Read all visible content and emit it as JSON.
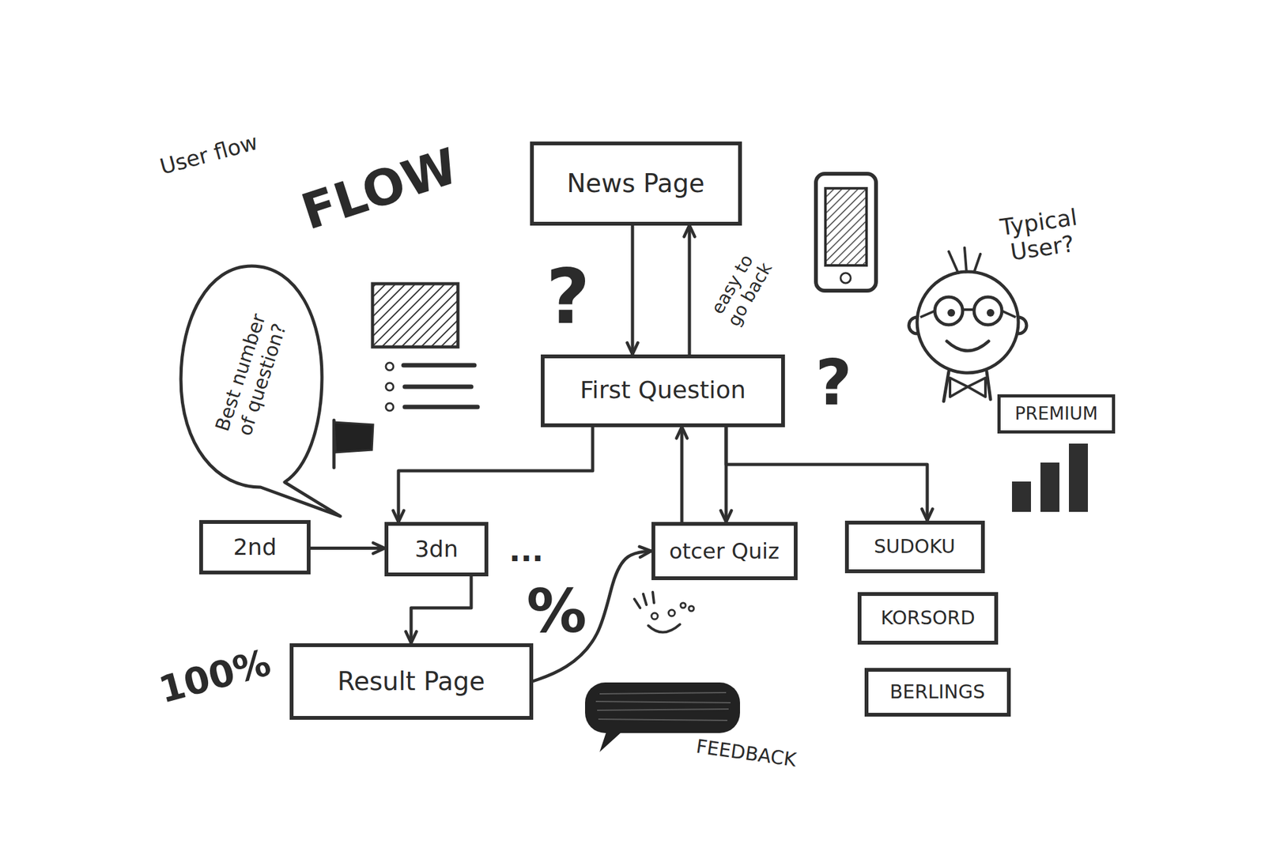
{
  "diagram": {
    "nodes": [
      {
        "text": [
          "News Page"
        ]
      },
      {
        "text": [
          "Best number of question?"
        ]
      },
      {
        "text": [
          "First Question"
        ]
      },
      {
        "text": [
          "PREMIUM"
        ]
      },
      {
        "text": [
          "2nd"
        ]
      },
      {
        "text": [
          "3dn"
        ]
      },
      {
        "text": [
          "otcer Quiz"
        ]
      },
      {
        "text": [
          "SUDOKU"
        ]
      },
      {
        "text": [
          "KORSORD"
        ]
      },
      {
        "text": [
          "Result Page"
        ]
      },
      {
        "text": [
          "BERLINGS"
        ]
      }
    ],
    "edges": [
      {
        "from": 0,
        "to": 2,
        "arrow": "to"
      },
      {
        "from": 2,
        "to": 0,
        "label": "easy to go back",
        "arrow": "to"
      },
      {
        "from": 2,
        "to": 5,
        "arrow": "to"
      },
      {
        "from": 4,
        "to": 5,
        "arrow": "to"
      },
      {
        "from": 5,
        "to": 9,
        "arrow": "to"
      },
      {
        "from": 9,
        "to": 6,
        "arrow": "to"
      },
      {
        "from": 6,
        "to": 2,
        "arrow": "to"
      },
      {
        "from": 2,
        "to": 6,
        "arrow": "to"
      },
      {
        "from": 2,
        "to": 7,
        "arrow": "to"
      }
    ],
    "labels": [
      "User flow",
      "FLOW",
      "?",
      "?",
      "Typical User?",
      "...",
      "%",
      "100%",
      "FEEDBACK"
    ]
  }
}
